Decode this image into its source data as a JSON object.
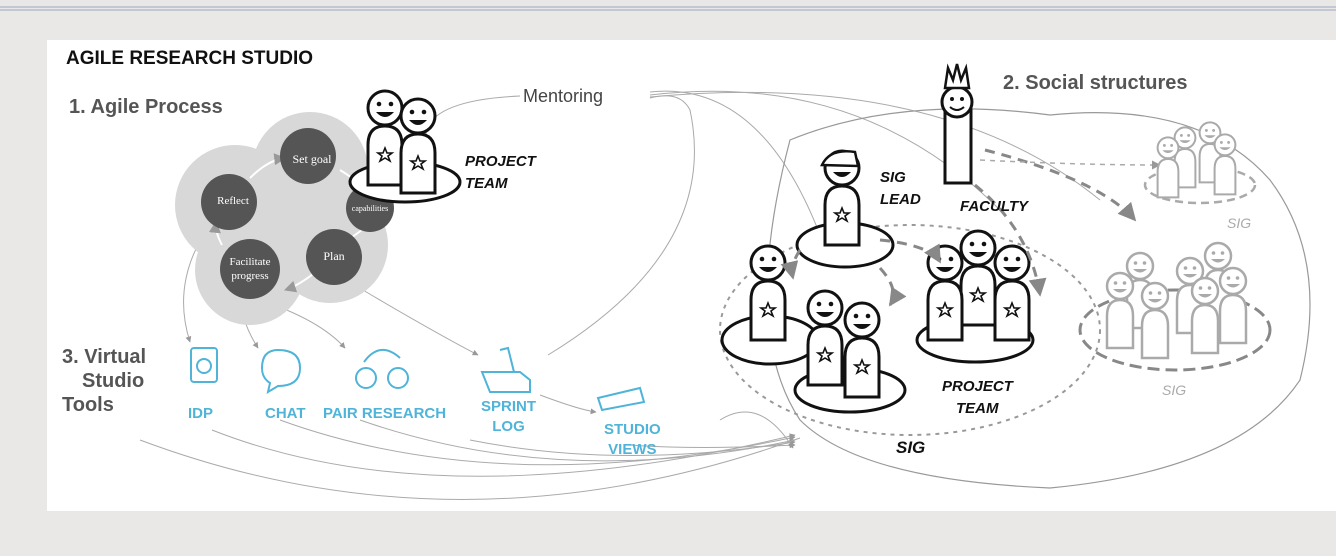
{
  "title": "AGILE RESEARCH STUDIO",
  "sections": {
    "agile": "1. Agile Process",
    "social": "2. Social structures",
    "tools_line1": "3. Virtual",
    "tools_line2": "Studio",
    "tools_line3": "Tools"
  },
  "mentoring": "Mentoring",
  "cycle": {
    "set_goal": "Set goal",
    "reflect": "Reflect",
    "capabilities": "capabilities",
    "plan": "Plan",
    "facilitate_1": "Facilitate",
    "facilitate_2": "progress"
  },
  "labels": {
    "project_team_top_1": "PROJECT",
    "project_team_top_2": "TEAM",
    "sig_lead_1": "SIG",
    "sig_lead_2": "LEAD",
    "faculty": "FACULTY",
    "project_team_bottom_1": "PROJECT",
    "project_team_bottom_2": "TEAM",
    "sig_main": "SIG",
    "sig_gray_top": "SIG",
    "sig_gray_bottom": "SIG"
  },
  "tools": {
    "idp": "IDP",
    "chat": "CHAT",
    "pair_research": "PAIR RESEARCH",
    "sprint_1": "SPRINT",
    "sprint_2": "LOG",
    "views_1": "STUDIO",
    "views_2": "VIEWS"
  },
  "colors": {
    "tool_blue": "#4fb4d8",
    "cycle_dark": "#555555",
    "cycle_bg": "#d8d8d8",
    "faded": "#bdbdbd"
  }
}
